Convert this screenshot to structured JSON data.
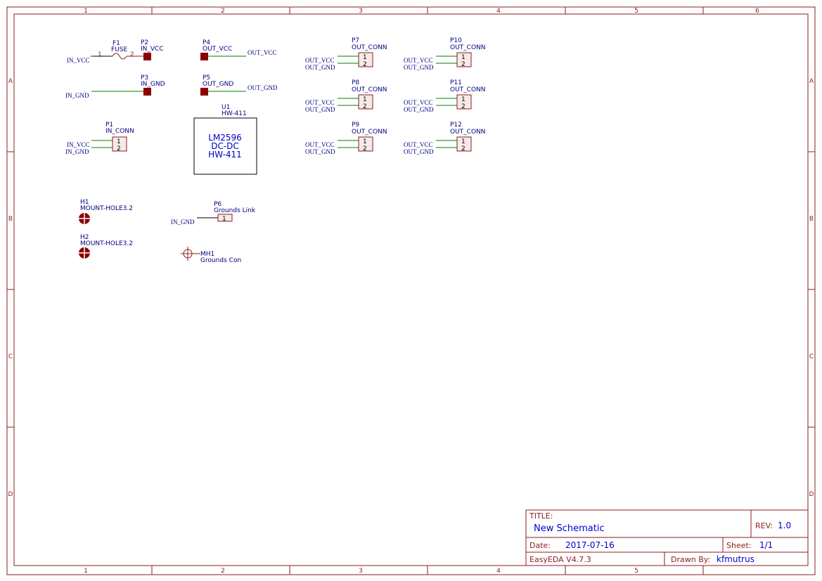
{
  "grid": {
    "columns": [
      "1",
      "2",
      "3",
      "4",
      "5",
      "6"
    ],
    "rows": [
      "A",
      "B",
      "C",
      "D"
    ]
  },
  "fuse": {
    "ref": "F1",
    "value": "FUSE",
    "pin1": "1",
    "pin2": "2"
  },
  "net_labels": {
    "in_vcc": "IN_VCC",
    "in_gnd": "IN_GND",
    "out_vcc": "OUT_VCC",
    "out_gnd": "OUT_GND"
  },
  "pads": [
    {
      "ref": "P2",
      "value": "IN_VCC"
    },
    {
      "ref": "P3",
      "value": "IN_GND"
    },
    {
      "ref": "P4",
      "value": "OUT_VCC"
    },
    {
      "ref": "P5",
      "value": "OUT_GND"
    }
  ],
  "in_connector": {
    "ref": "P1",
    "value": "IN_CONN",
    "pins": [
      "1",
      "2"
    ]
  },
  "module": {
    "ref": "U1",
    "value": "HW-411",
    "lines": [
      "LM2596",
      "DC-DC",
      "HW-411"
    ]
  },
  "out_connectors": [
    {
      "ref": "P7",
      "value": "OUT_CONN"
    },
    {
      "ref": "P8",
      "value": "OUT_CONN"
    },
    {
      "ref": "P9",
      "value": "OUT_CONN"
    },
    {
      "ref": "P10",
      "value": "OUT_CONN"
    },
    {
      "ref": "P11",
      "value": "OUT_CONN"
    },
    {
      "ref": "P12",
      "value": "OUT_CONN"
    }
  ],
  "mount_holes": [
    {
      "ref": "H1",
      "value": "MOUNT-HOLE3.2"
    },
    {
      "ref": "H2",
      "value": "MOUNT-HOLE3.2"
    }
  ],
  "grounds_link": {
    "ref": "P6",
    "value": "Grounds Link",
    "pin": "1"
  },
  "grounds_con": {
    "ref": "MH1",
    "value": "Grounds Con"
  },
  "title_block": {
    "title_label": "TITLE:",
    "title": "New Schematic",
    "rev_label": "REV:",
    "rev": "1.0",
    "date_label": "Date:",
    "date": "2017-07-16",
    "sheet_label": "Sheet:",
    "sheet": "1/1",
    "software": "EasyEDA V4.7.3",
    "drawn_label": "Drawn By:",
    "drawn_by": "kfmutrus"
  }
}
